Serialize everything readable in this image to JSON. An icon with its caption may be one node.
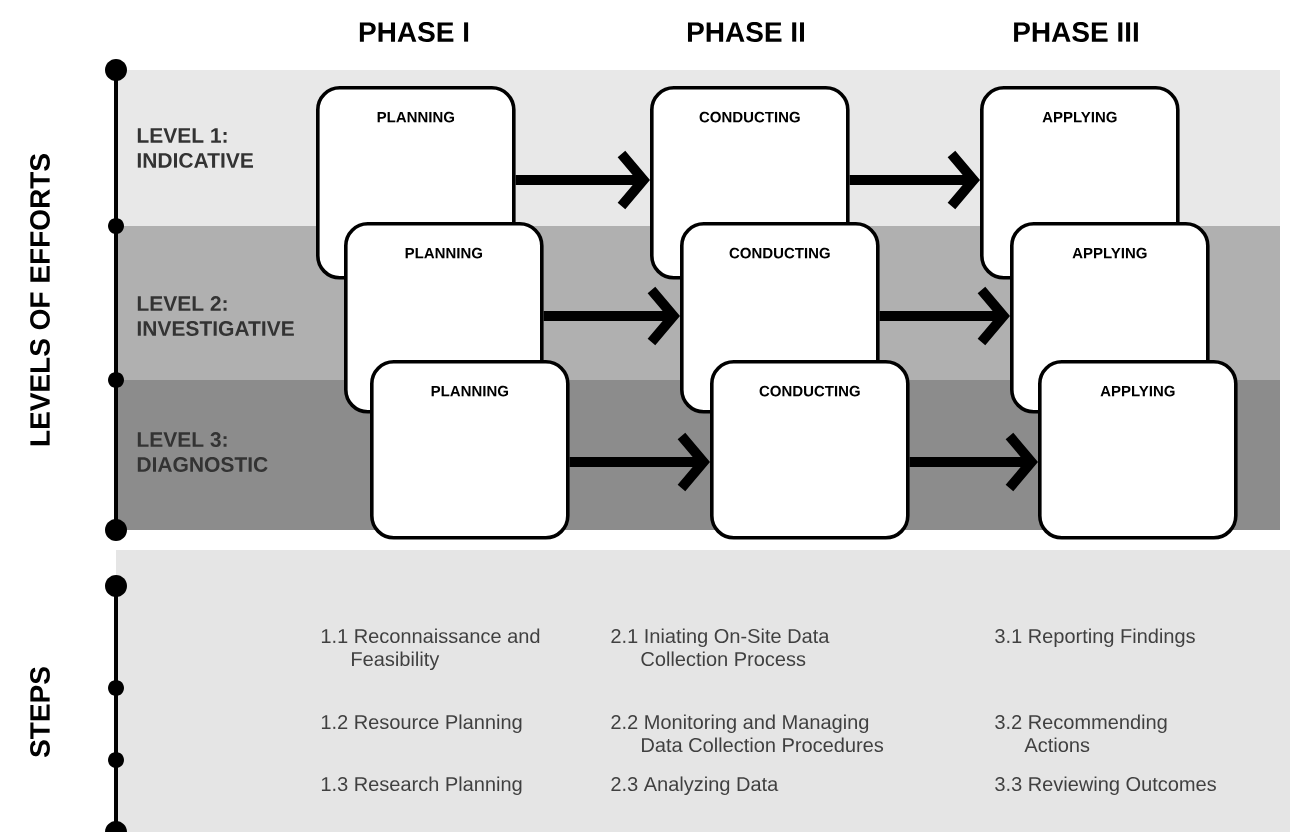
{
  "diagram": {
    "nodes": [
      {
        "text": [
          "PLANNING"
        ]
      },
      {
        "text": [
          "CONDUCTING"
        ]
      },
      {
        "text": [
          "APPLYING"
        ]
      },
      {
        "text": [
          "PLANNING"
        ]
      },
      {
        "text": [
          "CONDUCTING"
        ]
      },
      {
        "text": [
          "APPLYING"
        ]
      },
      {
        "text": [
          "PLANNING"
        ]
      },
      {
        "text": [
          "CONDUCTING"
        ]
      },
      {
        "text": [
          "APPLYING"
        ]
      }
    ],
    "edges": [
      {
        "from": 0,
        "to": 1,
        "arrow": "to"
      },
      {
        "from": 1,
        "to": 2,
        "arrow": "to"
      },
      {
        "from": 3,
        "to": 4,
        "arrow": "to"
      },
      {
        "from": 4,
        "to": 5,
        "arrow": "to"
      },
      {
        "from": 6,
        "to": 7,
        "arrow": "to"
      },
      {
        "from": 7,
        "to": 8,
        "arrow": "to"
      }
    ],
    "labels": [
      "PHASE I",
      "PHASE II",
      "PHASE III",
      "LEVELS OF EFFORTS",
      "LEVEL 1: INDICATIVE",
      "LEVEL 2: INVESTIGATIVE",
      "LEVEL 3: DIAGNOSTIC",
      "STEPS",
      "1.1 Reconnaissance and Feasibility",
      "2.1 Iniating On-Site Data Collection Process",
      "3.1 Reporting Findings",
      "1.2 Resource Planning",
      "2.2 Monitoring and Managing Data Collection Procedures",
      "3.2 Recommending Actions",
      "1.3 Research Planning",
      "2.3 Analyzing Data",
      "3.3 Reviewing Outcomes"
    ]
  }
}
